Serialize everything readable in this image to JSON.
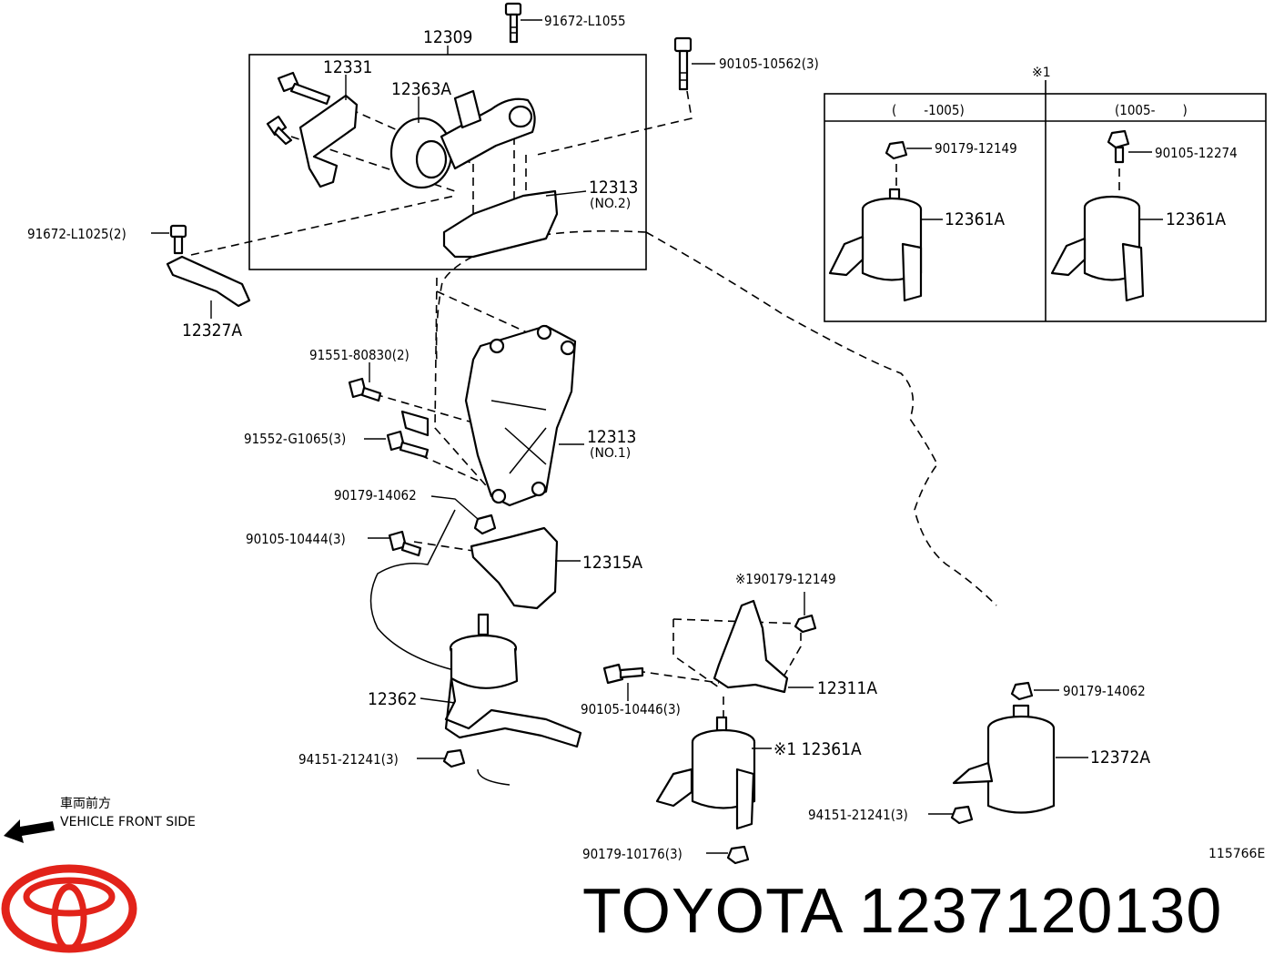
{
  "diagram": {
    "drawing_id": "115766E",
    "variant_note": "※1",
    "variant_box": {
      "left_header": "(　　-1005)",
      "right_header": "(1005-　　)"
    },
    "labels": {
      "p12309": "12309",
      "p91672_L1055": "91672-L1055",
      "p90105_10562": "90105-10562(3)",
      "p12331": "12331",
      "p12363A": "12363A",
      "p12313_no2": "12313",
      "no2": "(NO.2)",
      "p91672_L1025": "91672-L1025(2)",
      "p12327A": "12327A",
      "p91551_80830": "91551-80830(2)",
      "p91552_G1065": "91552-G1065(3)",
      "p12313_no1": "12313",
      "no1": "(NO.1)",
      "p90179_14062_a": "90179-14062",
      "p90105_10444": "90105-10444(3)",
      "p12315A": "12315A",
      "p90179_12149_note": "※190179-12149",
      "p12311A": "12311A",
      "p90105_10446": "90105-10446(3)",
      "p12362": "12362",
      "p94151_21241_a": "94151-21241(3)",
      "p12361A_note": "※1 12361A",
      "p90179_14062_b": "90179-14062",
      "p12372A": "12372A",
      "p94151_21241_b": "94151-21241(3)",
      "p90179_10176": "90179-10176(3)",
      "box_90179_12149": "90179-12149",
      "box_12361A_left": "12361A",
      "box_90105_12274": "90105-12274",
      "box_12361A_right": "12361A"
    },
    "front_side": {
      "japanese": "車両前方",
      "english": "VEHICLE FRONT SIDE"
    }
  },
  "brand": {
    "name": "TOYOTA",
    "part_number": "1237120130",
    "logo_color": "#e2231a"
  }
}
